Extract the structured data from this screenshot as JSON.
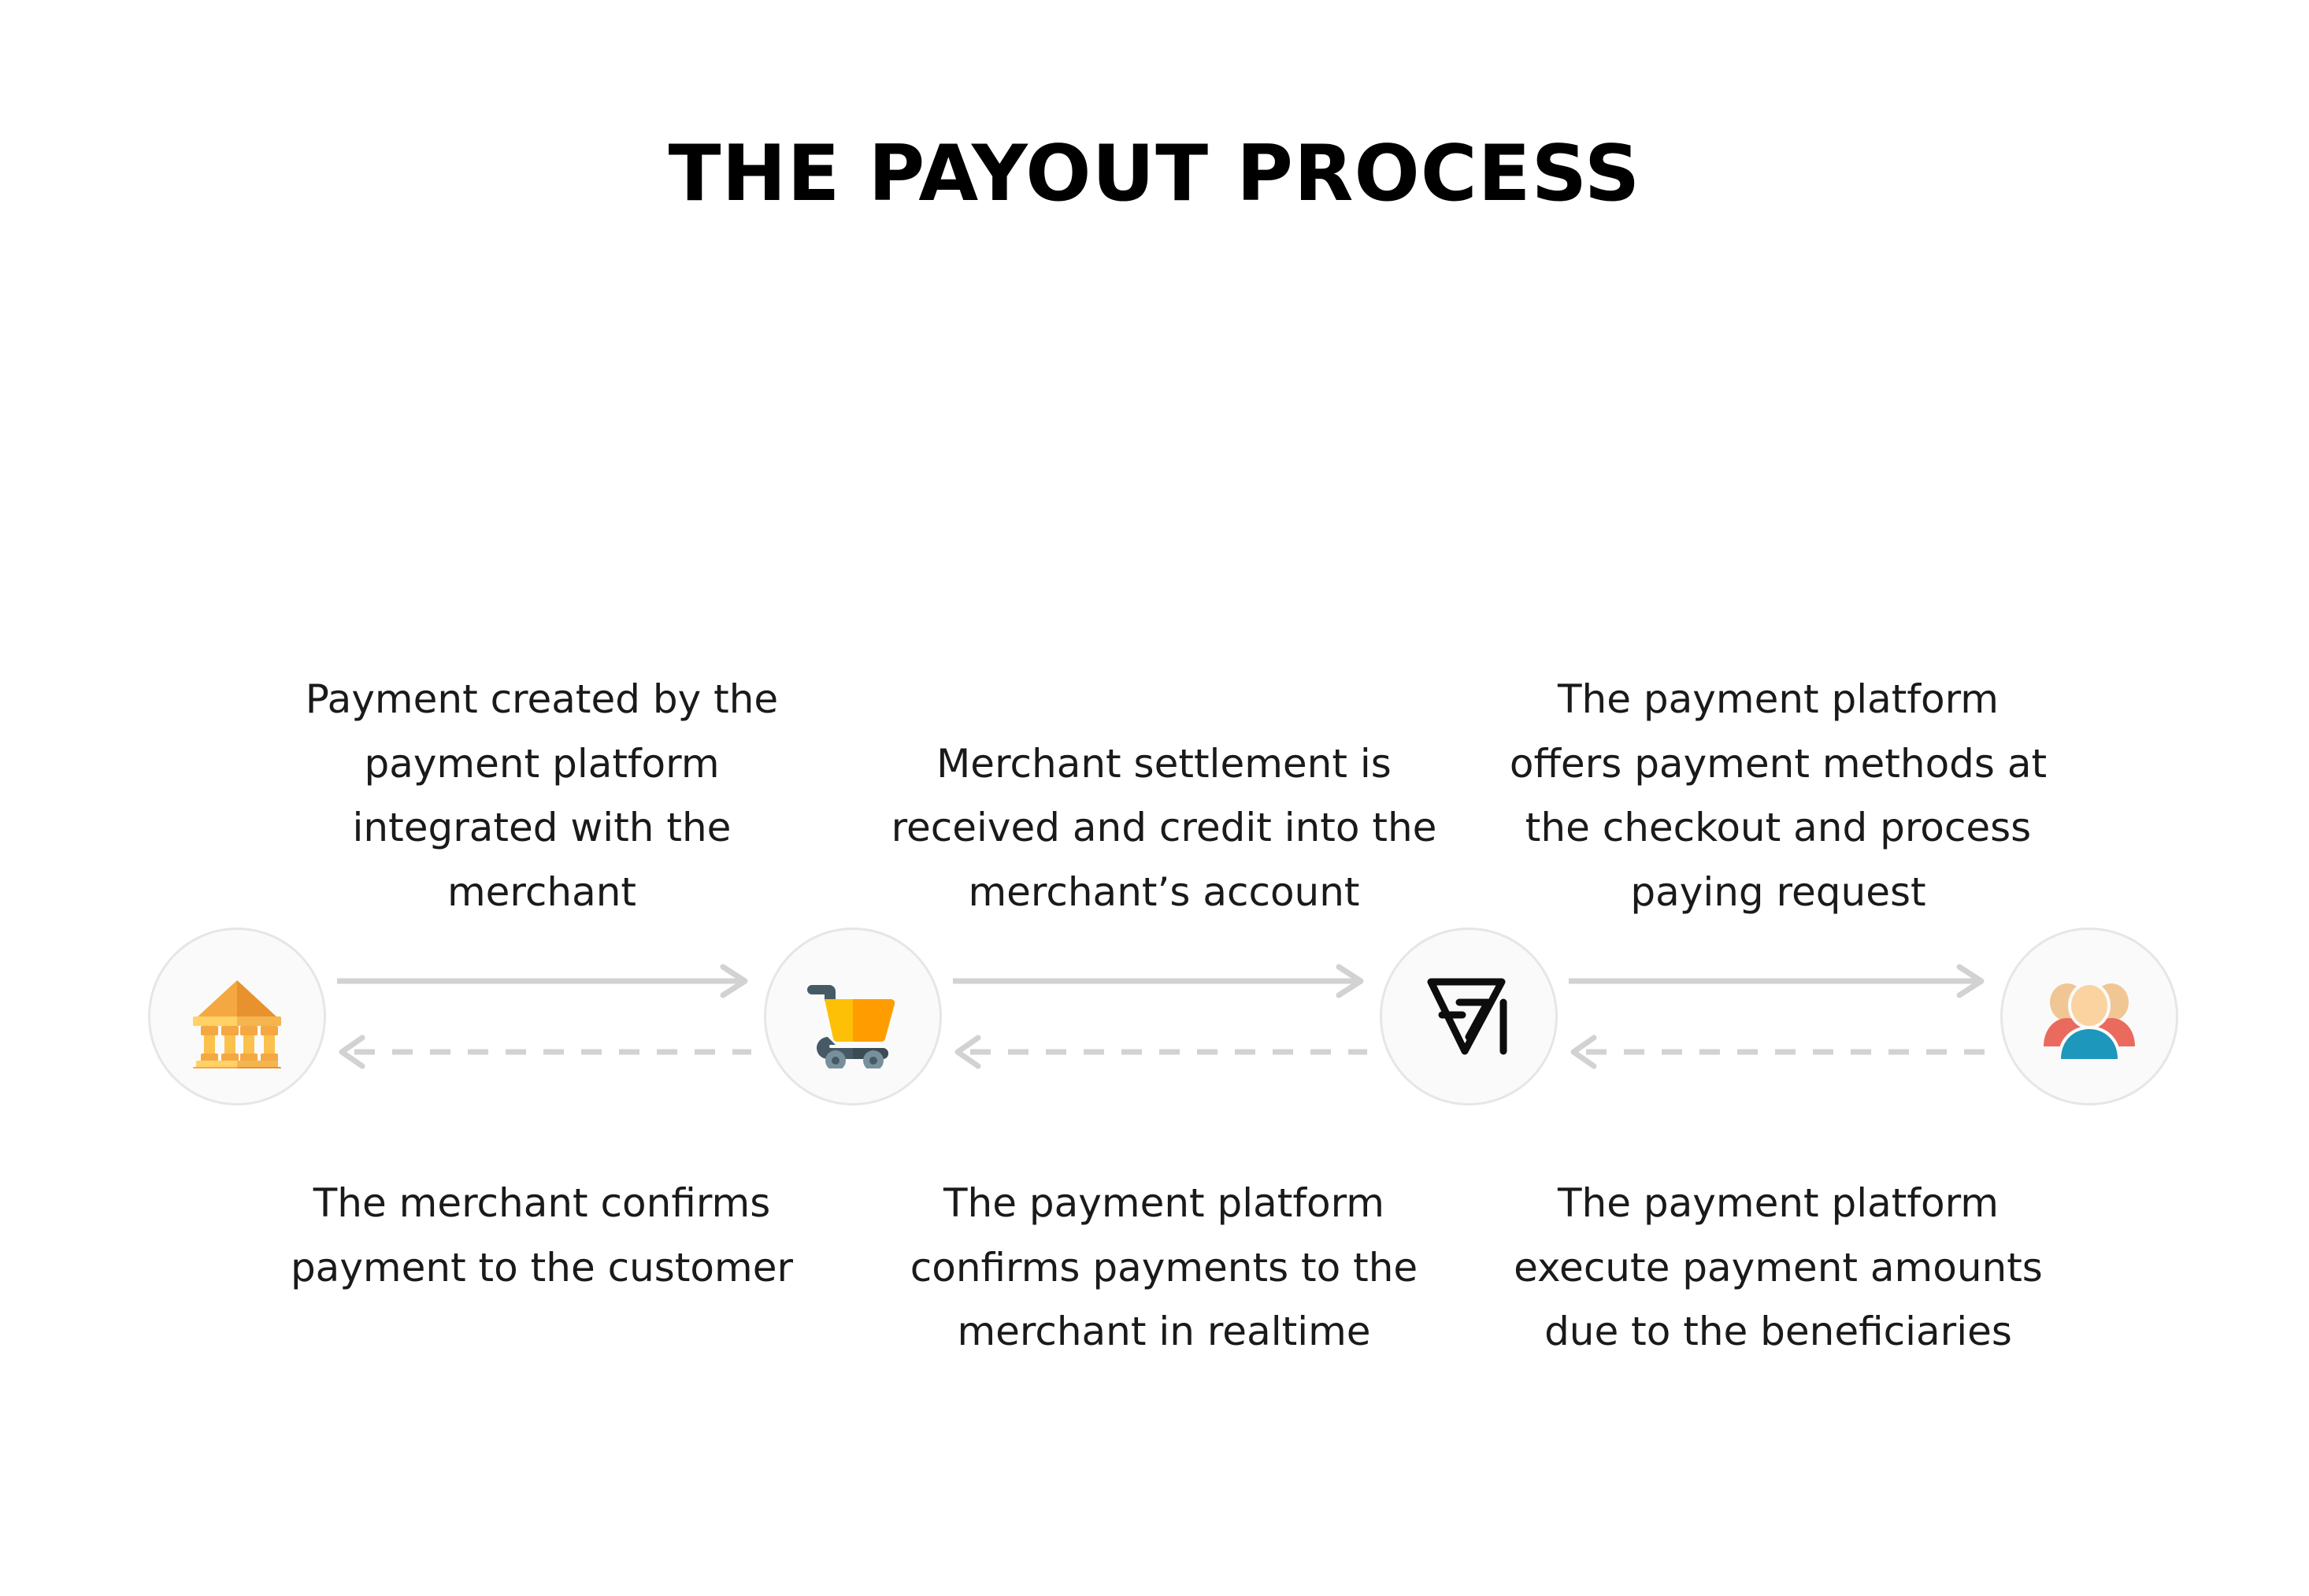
{
  "page": {
    "title": "THE PAYOUT PROCESS",
    "background_color": "#ffffff",
    "text_color": "#1a1a1a"
  },
  "diagram": {
    "type": "process-flow",
    "orientation": "horizontal",
    "node_count": 4,
    "nodes": [
      {
        "id": "bank",
        "icon": "bank-icon",
        "label": ""
      },
      {
        "id": "merchant",
        "icon": "shopping-cart-icon",
        "label": ""
      },
      {
        "id": "platform",
        "icon": "payment-platform-logo-icon",
        "label": ""
      },
      {
        "id": "beneficiaries",
        "icon": "users-group-icon",
        "label": ""
      }
    ],
    "connectors": [
      {
        "from": "bank",
        "to": "merchant",
        "forward_style": "solid",
        "backward_style": "dashed"
      },
      {
        "from": "merchant",
        "to": "platform",
        "forward_style": "solid",
        "backward_style": "dashed"
      },
      {
        "from": "platform",
        "to": "beneficiaries",
        "forward_style": "solid",
        "backward_style": "dashed"
      }
    ],
    "connector_color": "#d2d2d2",
    "node_fill_color": "#fafafa",
    "node_border_color": "#e6e6e6",
    "notes_top": [
      "Payment created by the payment platform integrated with the merchant",
      "Merchant settlement is received and credit into the merchant’s account",
      "The payment platform offers payment methods at the checkout and process paying request"
    ],
    "notes_bottom": [
      "The merchant confirms payment to the customer",
      "The payment platform confirms payments to the merchant in realtime",
      "The payment platform execute payment amounts due to the beneficiaries"
    ]
  },
  "icon_colors": {
    "bank_roof_light": "#f5a742",
    "bank_roof_dark": "#e8912f",
    "bank_column": "#fbc14c",
    "bank_column_light": "#ffd166",
    "cart_basket_light": "#fdc007",
    "cart_basket_dark": "#ff9d00",
    "cart_frame": "#455a64",
    "cart_wheel": "#78909c",
    "logo_stroke": "#0d0d0d",
    "users_head_back": "#f0c694",
    "users_body_back": "#ea6a5d",
    "users_head_front": "#fbd3a0",
    "users_body_front": "#1d97bb"
  }
}
